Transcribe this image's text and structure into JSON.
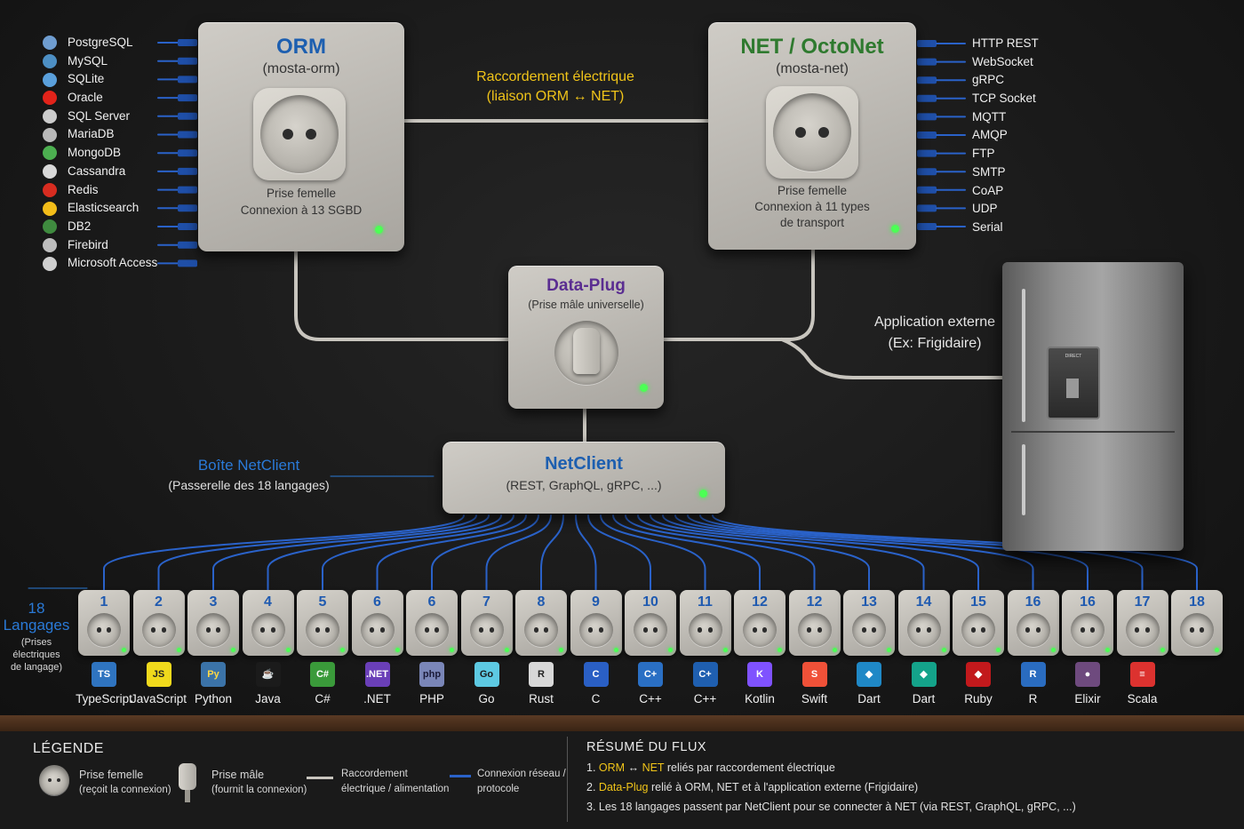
{
  "colors": {
    "title_blue": "#1d5fb0",
    "title_green": "#2f7a2f",
    "title_purple": "#5a2d91",
    "link_yellow": "#f0c419",
    "network_wire": "#2a62c9",
    "power_wire": "#c8c5be",
    "led_green": "#4cff55"
  },
  "databases": [
    {
      "name": "PostgreSQL",
      "icon": "postgresql-icon",
      "color": "#6f9dd0"
    },
    {
      "name": "MySQL",
      "icon": "mysql-icon",
      "color": "#4d8fc4"
    },
    {
      "name": "SQLite",
      "icon": "sqlite-icon",
      "color": "#5aa0dc"
    },
    {
      "name": "Oracle",
      "icon": "oracle-icon",
      "color": "#e2231a"
    },
    {
      "name": "SQL Server",
      "icon": "sqlserver-icon",
      "color": "#cccccc"
    },
    {
      "name": "MariaDB",
      "icon": "mariadb-icon",
      "color": "#b9b9b9"
    },
    {
      "name": "MongoDB",
      "icon": "mongodb-icon",
      "color": "#4caf50"
    },
    {
      "name": "Cassandra",
      "icon": "cassandra-icon",
      "color": "#d8d8d8"
    },
    {
      "name": "Redis",
      "icon": "redis-icon",
      "color": "#d82c20"
    },
    {
      "name": "Elasticsearch",
      "icon": "elasticsearch-icon",
      "color": "#f3bd19"
    },
    {
      "name": "DB2",
      "icon": "db2-icon",
      "color": "#3f8b3f"
    },
    {
      "name": "Firebird",
      "icon": "firebird-icon",
      "color": "#bdbdbd"
    },
    {
      "name": "Microsoft Access",
      "icon": "access-icon",
      "color": "#cfcfcf"
    }
  ],
  "protocols": [
    "HTTP REST",
    "WebSocket",
    "gRPC",
    "TCP Socket",
    "MQTT",
    "AMQP",
    "FTP",
    "SMTP",
    "CoAP",
    "UDP",
    "Serial"
  ],
  "orm_box": {
    "title": "ORM",
    "subtitle": "(mosta-orm)",
    "line1": "Prise femelle",
    "line2": "Connexion à 13 SGBD"
  },
  "net_box": {
    "title": "NET / OctoNet",
    "subtitle": "(mosta-net)",
    "line1": "Prise femelle",
    "line2": "Connexion à 11 types",
    "line3": "de transport"
  },
  "link_label": {
    "line1": "Raccordement électrique",
    "line2": "(liaison ORM ↔ NET)"
  },
  "data_plug": {
    "title": "Data-Plug",
    "subtitle": "(Prise mâle universelle)"
  },
  "external_app": {
    "line1": "Application externe",
    "line2": "(Ex: Frigidaire)",
    "fridge_label": "DIRECT"
  },
  "netclient": {
    "title": "NetClient",
    "subtitle": "(REST, GraphQL, gRPC, ...)",
    "callout_title": "Boîte NetClient",
    "callout_sub": "(Passerelle des 18 langages)"
  },
  "languages_caption": {
    "count": "18",
    "title": "Langages",
    "line1": "(Prises",
    "line2": "électriques",
    "line3": "de langage)"
  },
  "languages": [
    {
      "num": "1",
      "name": "TypeScript",
      "icon": "typescript-icon",
      "glyph": "TS",
      "bg": "#2f74c0",
      "fg": "#ffffff"
    },
    {
      "num": "2",
      "name": "JavaScript",
      "icon": "javascript-icon",
      "glyph": "JS",
      "bg": "#f0d91c",
      "fg": "#222222"
    },
    {
      "num": "3",
      "name": "Python",
      "icon": "python-icon",
      "glyph": "Py",
      "bg": "#3b73a8",
      "fg": "#ffd845"
    },
    {
      "num": "4",
      "name": "Java",
      "icon": "java-icon",
      "glyph": "☕",
      "bg": "#1b1b1b",
      "fg": "#e76f00"
    },
    {
      "num": "5",
      "name": "C#",
      "icon": "csharp-icon",
      "glyph": "C#",
      "bg": "#3a9a3a",
      "fg": "#ffffff"
    },
    {
      "num": "6",
      "name": ".NET",
      "icon": "dotnet-icon",
      "glyph": ".NET",
      "bg": "#6a3fb8",
      "fg": "#ffffff"
    },
    {
      "num": "6",
      "name": "PHP",
      "icon": "php-icon",
      "glyph": "php",
      "bg": "#7a86b8",
      "fg": "#1b1b3a"
    },
    {
      "num": "7",
      "name": "Go",
      "icon": "go-icon",
      "glyph": "Go",
      "bg": "#5dc9e2",
      "fg": "#1b1b1b"
    },
    {
      "num": "8",
      "name": "Rust",
      "icon": "rust-icon",
      "glyph": "R",
      "bg": "#d8d8d8",
      "fg": "#222222"
    },
    {
      "num": "9",
      "name": "C",
      "icon": "c-icon",
      "glyph": "C",
      "bg": "#2a5fc4",
      "fg": "#ffffff"
    },
    {
      "num": "10",
      "name": "C++",
      "icon": "cpp-icon",
      "glyph": "C+",
      "bg": "#2a6fc4",
      "fg": "#ffffff"
    },
    {
      "num": "11",
      "name": "C++",
      "icon": "cpp-icon-alt",
      "glyph": "C+",
      "bg": "#1f5fb0",
      "fg": "#ffffff"
    },
    {
      "num": "12",
      "name": "Kotlin",
      "icon": "kotlin-icon",
      "glyph": "K",
      "bg": "#7f52ff",
      "fg": "#ffffff"
    },
    {
      "num": "12",
      "name": "Swift",
      "icon": "swift-icon",
      "glyph": "S",
      "bg": "#f05138",
      "fg": "#ffffff"
    },
    {
      "num": "13",
      "name": "Dart",
      "icon": "dart-icon",
      "glyph": "◆",
      "bg": "#1f88c6",
      "fg": "#ffffff"
    },
    {
      "num": "14",
      "name": "Dart",
      "icon": "dart-icon-alt",
      "glyph": "◆",
      "bg": "#14a38a",
      "fg": "#ffffff"
    },
    {
      "num": "15",
      "name": "Ruby",
      "icon": "ruby-icon",
      "glyph": "◆",
      "bg": "#c2191c",
      "fg": "#ffffff"
    },
    {
      "num": "16",
      "name": "R",
      "icon": "r-icon",
      "glyph": "R",
      "bg": "#2a6cc0",
      "fg": "#ffffff"
    },
    {
      "num": "16",
      "name": "Elixir",
      "icon": "elixir-icon",
      "glyph": "●",
      "bg": "#6e4a7e",
      "fg": "#ffffff"
    },
    {
      "num": "17",
      "name": "Scala",
      "icon": "scala-icon",
      "glyph": "≡",
      "bg": "#dc322f",
      "fg": "#ffffff"
    },
    {
      "num": "18",
      "name": "",
      "icon": "",
      "glyph": "",
      "bg": "",
      "fg": ""
    }
  ],
  "legend": {
    "title": "LÉGENDE",
    "female": {
      "line1": "Prise femelle",
      "line2": "(reçoit la connexion)"
    },
    "male": {
      "line1": "Prise mâle",
      "line2": "(fournit la connexion)"
    },
    "power": {
      "line1": "Raccordement",
      "line2": "électrique / alimentation"
    },
    "network": {
      "line1": "Connexion réseau /",
      "line2": "protocole"
    }
  },
  "summary": {
    "title": "RÉSUMÉ DU FLUX",
    "step1_num": "1.",
    "step1_a": "ORM",
    "step1_arrow": "↔",
    "step1_b": "NET",
    "step1_rest": "reliés par raccordement électrique",
    "step2_num": "2.",
    "step2_a": "Data-Plug",
    "step2_rest": "relié à ORM, NET et à l'application externe (Frigidaire)",
    "step3": "3. Les 18 langages passent par NetClient pour se connecter à NET (via REST, GraphQL, gRPC, ...)"
  }
}
